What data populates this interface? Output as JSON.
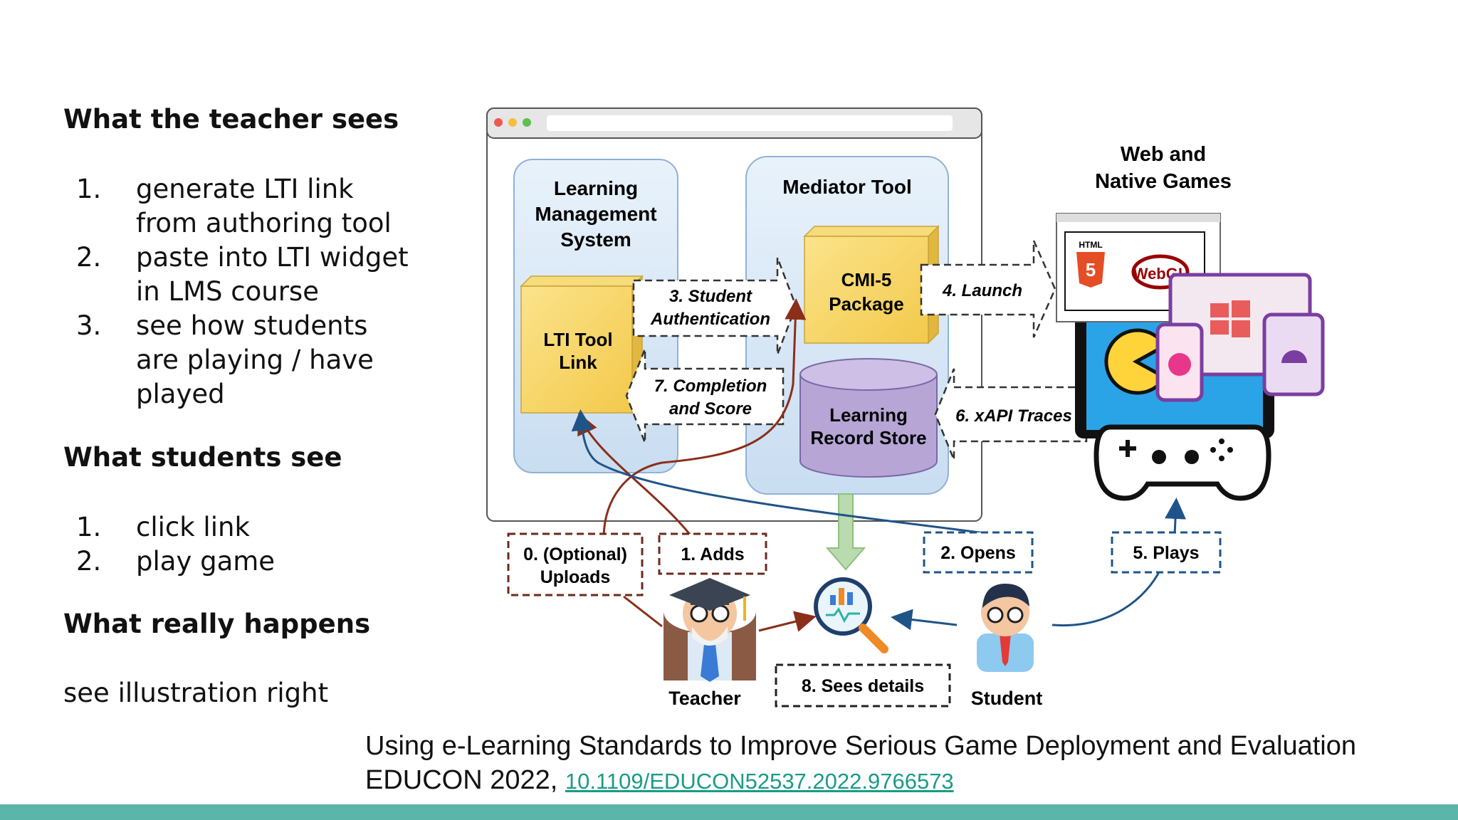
{
  "left": {
    "teacher_heading": "What the teacher sees",
    "teacher_steps": [
      {
        "num": "1.",
        "lines": [
          "generate LTI link",
          "from authoring tool"
        ]
      },
      {
        "num": "2.",
        "lines": [
          "paste into LTI widget",
          "in LMS course"
        ]
      },
      {
        "num": "3.",
        "lines": [
          "see how students",
          "are playing / have",
          "played"
        ]
      }
    ],
    "students_heading": "What students see",
    "student_steps": [
      {
        "num": "1.",
        "lines": [
          "click link"
        ]
      },
      {
        "num": "2.",
        "lines": [
          "play game"
        ]
      }
    ],
    "happens_heading": "What really happens",
    "happens_text": "see illustration right"
  },
  "diagram": {
    "lms_title": [
      "Learning",
      "Management",
      "System"
    ],
    "mediator_title": "Mediator Tool",
    "lti_box": [
      "LTI Tool",
      "Link"
    ],
    "cmi_box": [
      "CMI-5",
      "Package"
    ],
    "lrs_box": [
      "Learning",
      "Record Store"
    ],
    "games_title": [
      "Web and",
      "Native Games"
    ],
    "html5_label": "HTML",
    "webgl_label": "WebGL",
    "steps": {
      "s0": [
        "0. (Optional)",
        "Uploads"
      ],
      "s1": "1. Adds",
      "s2": "2. Opens",
      "s3": [
        "3. Student",
        "Authentication"
      ],
      "s4": "4. Launch",
      "s5": "5. Plays",
      "s6": "6. xAPI Traces",
      "s7": [
        "7. Completion",
        "and Score"
      ],
      "s8": "8. Sees details"
    },
    "teacher_label": "Teacher",
    "student_label": "Student",
    "colors": {
      "teacher_arrow": "#8b2e1a",
      "student_arrow": "#1f5488",
      "box_yellow": "#f7d66a",
      "lrs_purple": "#b7a5d6",
      "panel_blue": "#dbeaf7"
    }
  },
  "caption": {
    "text": "Using e-Learning Standards to Improve Serious Game Deployment and Evaluation  EDUCON 2022, ",
    "link": "10.1109/EDUCON52537.2022.9766573"
  }
}
